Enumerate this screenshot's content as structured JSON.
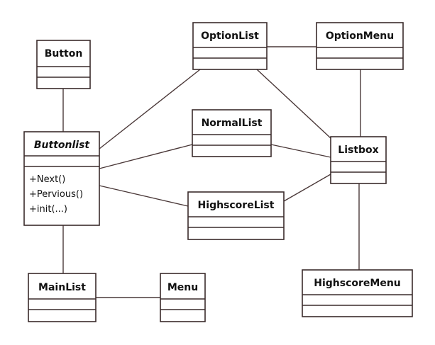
{
  "diagram": {
    "type": "uml-class-diagram",
    "colors": {
      "stroke": "#3a2b2b",
      "text": "#111111",
      "background": "#ffffff"
    },
    "classes": {
      "button": {
        "name": "Button",
        "italic": false,
        "operations": []
      },
      "optionlist": {
        "name": "OptionList",
        "italic": false,
        "operations": []
      },
      "optionmenu": {
        "name": "OptionMenu",
        "italic": false,
        "operations": []
      },
      "buttonlist": {
        "name": "Buttonlist",
        "italic": true,
        "operations": [
          "+Next()",
          "+Pervious()",
          "+init(...)"
        ]
      },
      "normallist": {
        "name": "NormalList",
        "italic": false,
        "operations": []
      },
      "listbox": {
        "name": "Listbox",
        "italic": false,
        "operations": []
      },
      "highscorelist": {
        "name": "HighscoreList",
        "italic": false,
        "operations": []
      },
      "mainlist": {
        "name": "MainList",
        "italic": false,
        "operations": []
      },
      "menu": {
        "name": "Menu",
        "italic": false,
        "operations": []
      },
      "highscoremenu": {
        "name": "HighscoreMenu",
        "italic": false,
        "operations": []
      }
    },
    "associations": [
      [
        "button",
        "buttonlist"
      ],
      [
        "buttonlist",
        "optionlist"
      ],
      [
        "buttonlist",
        "normallist"
      ],
      [
        "buttonlist",
        "highscorelist"
      ],
      [
        "buttonlist",
        "mainlist"
      ],
      [
        "optionlist",
        "optionmenu"
      ],
      [
        "optionlist",
        "listbox"
      ],
      [
        "optionmenu",
        "listbox"
      ],
      [
        "normallist",
        "listbox"
      ],
      [
        "highscorelist",
        "listbox"
      ],
      [
        "listbox",
        "highscoremenu"
      ],
      [
        "mainlist",
        "menu"
      ]
    ]
  }
}
